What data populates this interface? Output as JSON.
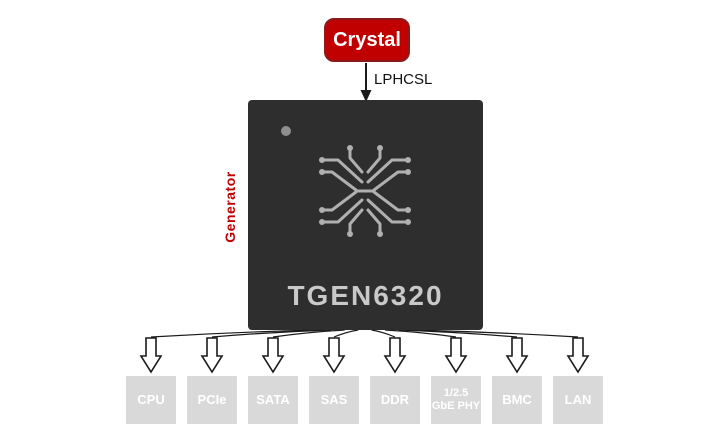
{
  "diagram": {
    "crystal_label": "Crystal",
    "bus_label": "LPHCSL",
    "generator_label": "Generator",
    "chip_name": "TGEN6320",
    "outputs": [
      "CPU",
      "PCIe",
      "SATA",
      "SAS",
      "DDR",
      "1/2.5 GbE PHY",
      "BMC",
      "LAN"
    ],
    "colors": {
      "red": "#c00000",
      "chip": "#2e2e2e",
      "box": "#d9d9d9"
    }
  }
}
